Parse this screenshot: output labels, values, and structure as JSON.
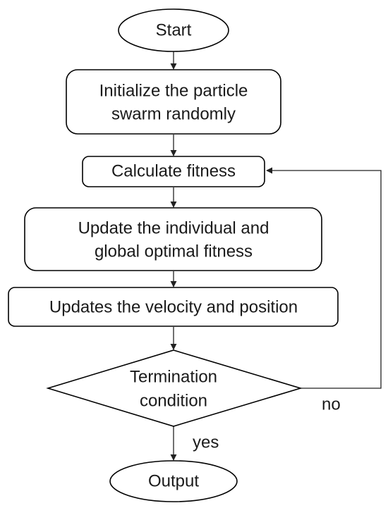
{
  "diagram": {
    "nodes": {
      "start": {
        "shape": "ellipse",
        "lines": [
          "Start"
        ]
      },
      "init": {
        "shape": "rounded-rect",
        "lines": [
          "Initialize the particle",
          "swarm randomly"
        ]
      },
      "fitness": {
        "shape": "rounded-rect",
        "lines": [
          "Calculate fitness"
        ]
      },
      "update_optimal": {
        "shape": "rounded-rect",
        "lines": [
          "Update the individual and",
          "global optimal fitness"
        ]
      },
      "update_velocity": {
        "shape": "rounded-rect",
        "lines": [
          "Updates the velocity and position"
        ]
      },
      "termination": {
        "shape": "diamond",
        "lines": [
          "Termination",
          "condition"
        ]
      },
      "output": {
        "shape": "ellipse",
        "lines": [
          "Output"
        ]
      }
    },
    "edges": [
      {
        "from": "start",
        "to": "init",
        "label": ""
      },
      {
        "from": "init",
        "to": "fitness",
        "label": ""
      },
      {
        "from": "fitness",
        "to": "update_optimal",
        "label": ""
      },
      {
        "from": "update_optimal",
        "to": "update_velocity",
        "label": ""
      },
      {
        "from": "update_velocity",
        "to": "termination",
        "label": ""
      },
      {
        "from": "termination",
        "to": "output",
        "label": "yes"
      },
      {
        "from": "termination",
        "to": "fitness",
        "label": "no"
      }
    ],
    "colors": {
      "stroke": "#000000",
      "fill": "#ffffff",
      "text": "#1a1a1a"
    }
  }
}
